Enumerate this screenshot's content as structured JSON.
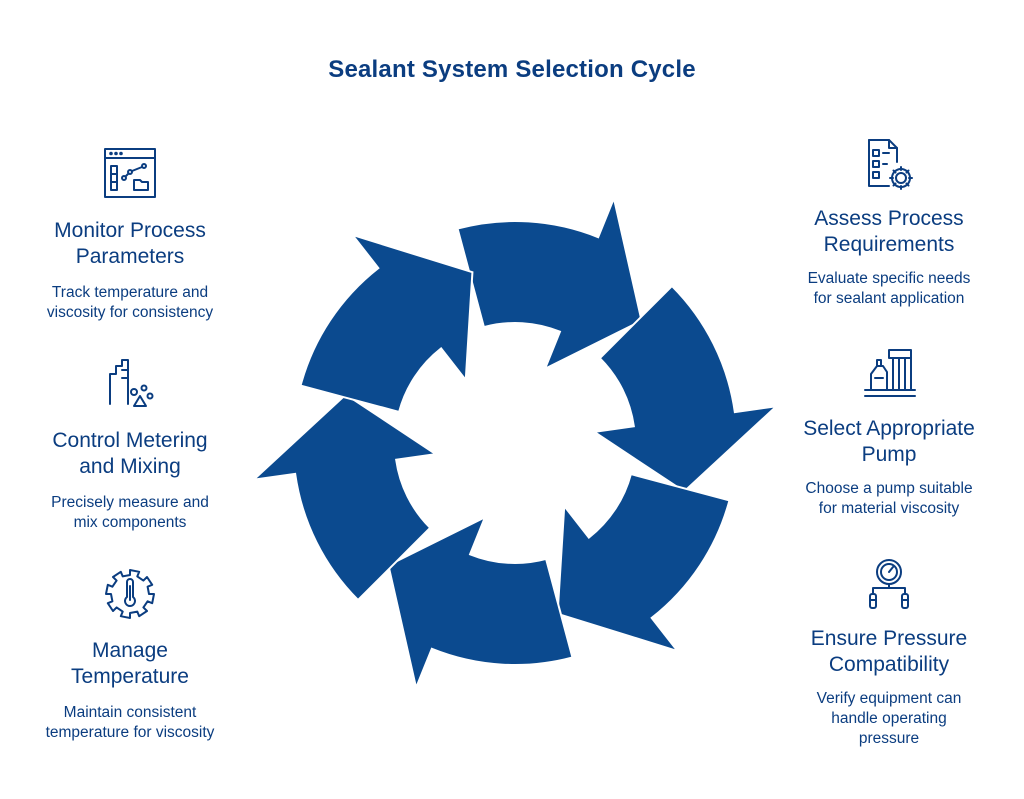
{
  "title": "Sealant System Selection Cycle",
  "colors": {
    "primary": "#0b4a8f",
    "text": "#0b3d80"
  },
  "steps": [
    {
      "icon": "process-requirements-icon",
      "title_line1": "Assess Process",
      "title_line2": "Requirements",
      "desc_line1": "Evaluate specific needs",
      "desc_line2": "for sealant application",
      "desc_line3": ""
    },
    {
      "icon": "pump-icon",
      "title_line1": "Select Appropriate",
      "title_line2": "Pump",
      "desc_line1": "Choose a pump suitable",
      "desc_line2": "for material viscosity",
      "desc_line3": ""
    },
    {
      "icon": "pressure-gauge-icon",
      "title_line1": "Ensure Pressure",
      "title_line2": "Compatibility",
      "desc_line1": "Verify equipment can",
      "desc_line2": "handle operating",
      "desc_line3": "pressure"
    },
    {
      "icon": "thermometer-gear-icon",
      "title_line1": "Manage",
      "title_line2": "Temperature",
      "desc_line1": "Maintain consistent",
      "desc_line2": "temperature for viscosity",
      "desc_line3": ""
    },
    {
      "icon": "metering-mixing-icon",
      "title_line1": "Control Metering",
      "title_line2": "and Mixing",
      "desc_line1": "Precisely measure and",
      "desc_line2": "mix components",
      "desc_line3": ""
    },
    {
      "icon": "monitor-dashboard-icon",
      "title_line1": "Monitor Process",
      "title_line2": "Parameters",
      "desc_line1": "Track temperature and",
      "desc_line2": "viscosity for consistency",
      "desc_line3": ""
    }
  ]
}
